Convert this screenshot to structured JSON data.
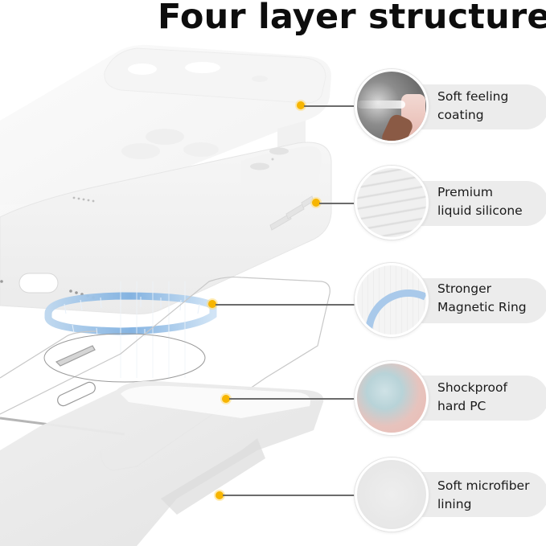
{
  "title": "Four layer structure",
  "accent_dot_color": "#f7b500",
  "pill_color": "#ececec",
  "features": [
    {
      "line1": "Soft feeling",
      "line2": "coating",
      "icon": "spray-coating-icon"
    },
    {
      "line1": "Premium",
      "line2": "liquid silicone",
      "icon": "liquid-silicone-icon"
    },
    {
      "line1": "Stronger",
      "line2": "Magnetic Ring",
      "icon": "magnetic-ring-icon"
    },
    {
      "line1": "Shockproof",
      "line2": "hard PC",
      "icon": "pc-granules-icon"
    },
    {
      "line1": "Soft microfiber",
      "line2": "lining",
      "icon": "microfiber-icon"
    }
  ]
}
